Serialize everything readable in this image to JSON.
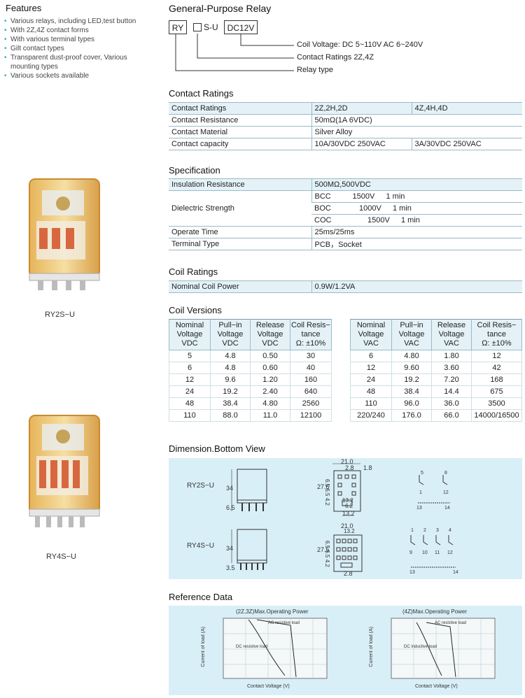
{
  "features": {
    "title": "Features",
    "items": [
      "Various relays, including LED,test button",
      "With 2Z,4Z contact forms",
      "With various terminal types",
      "Gilt contact types",
      "Transparent dust-proof cover, Various mounting types",
      "Various sockets available"
    ]
  },
  "products": [
    {
      "caption": "RY2S−U"
    },
    {
      "caption": "RY4S−U"
    }
  ],
  "general": {
    "title": "General-Purpose Relay",
    "code": {
      "ry": "RY",
      "box": "",
      "su": "S-U",
      "voltage": "DC12V"
    },
    "legend": {
      "coil": "Coil Voltage: DC 5~110V  AC 6~240V",
      "contact": "Contact Ratings  2Z,4Z",
      "type": "Relay type"
    }
  },
  "contact_ratings": {
    "title": "Contact Ratings",
    "rows": [
      [
        "Contact Ratings",
        "2Z,2H,2D",
        "4Z,4H,4D"
      ],
      [
        "Contact Resistance",
        "50mΩ(1A 6VDC)"
      ],
      [
        "Contact Material",
        "Silver Alloy"
      ],
      [
        "Contact capacity",
        "10A/30VDC  250VAC",
        "3A/30VDC  250VAC"
      ]
    ]
  },
  "specification": {
    "title": "Specification",
    "insulation": {
      "label": "Insulation Resistance",
      "value": "500MΩ,500VDC"
    },
    "dielectric": {
      "label": "Dielectric Strength",
      "values": [
        [
          "BCC",
          "1500V",
          "1 min"
        ],
        [
          "BOC",
          "1000V",
          "1 min"
        ],
        [
          "COC",
          "1500V",
          "1 min"
        ]
      ]
    },
    "operate": {
      "label": "Operate Time",
      "value": "25ms/25ms"
    },
    "terminal": {
      "label": "Terminal Type",
      "value": "PCB，Socket"
    }
  },
  "coil_ratings": {
    "title": "Coil Ratings",
    "label": "Nominal Coil Power",
    "value": "0.9W/1.2VA"
  },
  "coil_versions": {
    "title": "Coil Versions",
    "dc": {
      "headers": [
        [
          "Nominal",
          "Voltage",
          "VDC"
        ],
        [
          "Pull−in",
          "Voltage",
          "VDC"
        ],
        [
          "Release",
          "Voltage",
          "VDC"
        ],
        [
          "Coil Resis−",
          "tance",
          "Ω: ±10%"
        ]
      ],
      "rows": [
        [
          "5",
          "4.8",
          "0.50",
          "30"
        ],
        [
          "6",
          "4.8",
          "0.60",
          "40"
        ],
        [
          "12",
          "9.6",
          "1.20",
          "160"
        ],
        [
          "24",
          "19.2",
          "2.40",
          "640"
        ],
        [
          "48",
          "38.4",
          "4.80",
          "2560"
        ],
        [
          "110",
          "88.0",
          "11.0",
          "12100"
        ]
      ]
    },
    "ac": {
      "headers": [
        [
          "Nominal",
          "Voltage",
          "VAC"
        ],
        [
          "Pull−in",
          "Voltage",
          "VAC"
        ],
        [
          "Release",
          "Voltage",
          "VAC"
        ],
        [
          "Coil Resis−",
          "tance",
          "Ω: ±10%"
        ]
      ],
      "rows": [
        [
          "6",
          "4.80",
          "1.80",
          "12"
        ],
        [
          "12",
          "9.60",
          "3.60",
          "42"
        ],
        [
          "24",
          "19.2",
          "7.20",
          "168"
        ],
        [
          "48",
          "38.4",
          "14.4",
          "675"
        ],
        [
          "110",
          "96.0",
          "36.0",
          "3500"
        ],
        [
          "220/240",
          "176.0",
          "66.0",
          "14000/16500"
        ]
      ]
    }
  },
  "dimension": {
    "title": "Dimension.Bottom View",
    "ry2": {
      "label": "RY2S−U",
      "height": "34",
      "pin": "6.5",
      "width": "21.0",
      "pitch": "2.8",
      "offset": "1.8",
      "depth": "27.6",
      "rows": "6.5 6.5 4.2",
      "h1": "13.2",
      "h2": "6.2",
      "gap": "13.2",
      "pins_top": [
        "5",
        "8"
      ],
      "pins_bottom": [
        "1",
        "12"
      ],
      "coil_pins": [
        "13",
        "14"
      ]
    },
    "ry4": {
      "label": "RY4S−U",
      "height": "34",
      "pin": "3.5",
      "width": "21.0",
      "inner": "13.2",
      "pitch": "2.8",
      "depth": "27.5",
      "rows": "6.5 6.5 4.2",
      "pins_top": [
        "1",
        "2",
        "3",
        "4"
      ],
      "pins_bottom": [
        "9",
        "10",
        "11",
        "12"
      ],
      "coil_pins": [
        "13",
        "14"
      ]
    }
  },
  "reference": {
    "title": "Reference Data",
    "charts": [
      {
        "title": "(2Z,3Z)Max.Operating Power",
        "xlabel": "Contact Voltage (V)",
        "ylabel": "Current of load (A)",
        "ac_label": "AC resistive load",
        "dc_label": "DC resistive load"
      },
      {
        "title": "(4Z)Max.Operating Power",
        "xlabel": "Contact Voltage (V)",
        "ylabel": "Current of load (A)",
        "ac_label": "AC resistive load",
        "dc_label": "DC inductive load"
      }
    ]
  }
}
